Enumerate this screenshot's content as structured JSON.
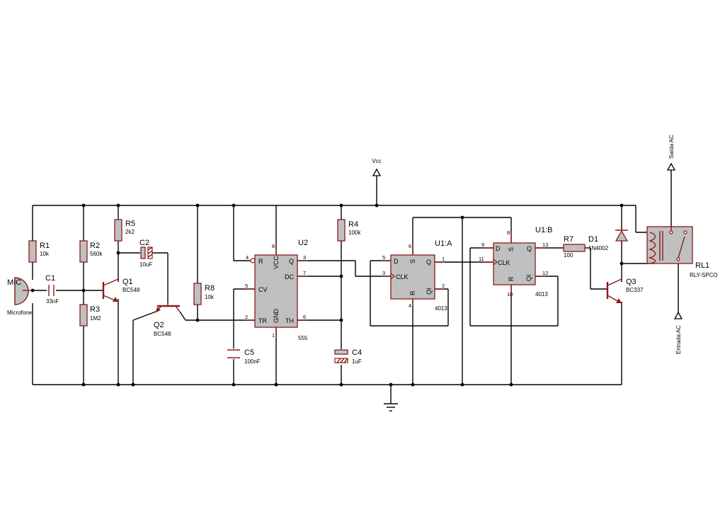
{
  "nets": {
    "vcc": "Vcc",
    "saida": "Saída AC",
    "entrada": "Entrada AC"
  },
  "mic": {
    "ref": "MIC",
    "value": "Microfone"
  },
  "r1": {
    "ref": "R1",
    "value": "10k"
  },
  "r2": {
    "ref": "R2",
    "value": "560k"
  },
  "r3": {
    "ref": "R3",
    "value": "1M2"
  },
  "r4": {
    "ref": "R4",
    "value": "100k"
  },
  "r5": {
    "ref": "R5",
    "value": "2k2"
  },
  "r7": {
    "ref": "R7",
    "value": "100"
  },
  "r8": {
    "ref": "R8",
    "value": "10k"
  },
  "c1": {
    "ref": "C1",
    "value": "33nF"
  },
  "c2": {
    "ref": "C2",
    "value": "10uF"
  },
  "c4": {
    "ref": "C4",
    "value": "1uF"
  },
  "c5": {
    "ref": "C5",
    "value": "100nF"
  },
  "q1": {
    "ref": "Q1",
    "value": "BC548"
  },
  "q2": {
    "ref": "Q2",
    "value": "BC548"
  },
  "q3": {
    "ref": "Q3",
    "value": "BC337"
  },
  "d1": {
    "ref": "D1",
    "value": "1N4002"
  },
  "rl1": {
    "ref": "RL1",
    "value": "RLY-SPCO"
  },
  "u2": {
    "ref": "U2",
    "value": "555",
    "pins": {
      "r": "R",
      "vcc": "VCC",
      "q": "Q",
      "dc": "DC",
      "cv": "CV",
      "tr": "TR",
      "gnd": "GND",
      "th": "TH"
    },
    "nums": {
      "r": "4",
      "vcc": "8",
      "q": "3",
      "dc": "7",
      "cv": "5",
      "tr": "2",
      "gnd": "1",
      "th": "6"
    }
  },
  "u1a": {
    "ref": "U1:A",
    "value": "4013",
    "pins": {
      "d": "D",
      "s": "S",
      "q": "Q",
      "clk": "CLK",
      "r": "R",
      "qi": "QI"
    },
    "nums": {
      "d": "5",
      "s": "6",
      "q": "1",
      "clk": "3",
      "r": "4",
      "qi": "2"
    }
  },
  "u1b": {
    "ref": "U1:B",
    "value": "4013",
    "pins": {
      "d": "D",
      "s": "S",
      "q": "Q",
      "clk": "CLK",
      "r": "R",
      "qi": "QI"
    },
    "nums": {
      "d": "9",
      "s": "8",
      "q": "13",
      "clk": "11",
      "r": "10",
      "qi": "12"
    }
  }
}
